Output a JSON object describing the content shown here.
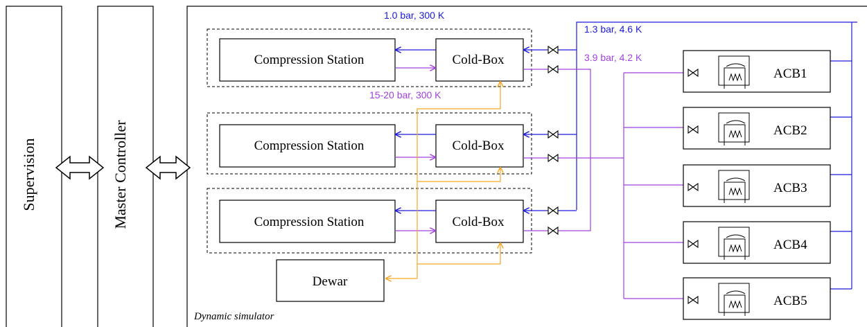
{
  "columns": {
    "supervision": "Supervision",
    "master_controller": "Master Controller"
  },
  "simulator_label": "Dynamic simulator",
  "cryo_units": [
    {
      "compression": "Compression Station",
      "coldbox": "Cold-Box"
    },
    {
      "compression": "Compression Station",
      "coldbox": "Cold-Box"
    },
    {
      "compression": "Compression Station",
      "coldbox": "Cold-Box"
    }
  ],
  "dewar": "Dewar",
  "acbs": [
    "ACB1",
    "ACB2",
    "ACB3",
    "ACB4",
    "ACB5"
  ],
  "flow_labels": {
    "lp_return": "1.0 bar, 300 K",
    "hp_supply": "15-20 bar, 300 K",
    "cold_return": "1.3 bar, 4.6 K",
    "cold_supply": "3.9 bar, 4.2 K"
  },
  "colors": {
    "return_line": "#1a1adc",
    "supply_line": "#a040e0",
    "dewar_line": "#f5a623",
    "outline": "#000000"
  }
}
